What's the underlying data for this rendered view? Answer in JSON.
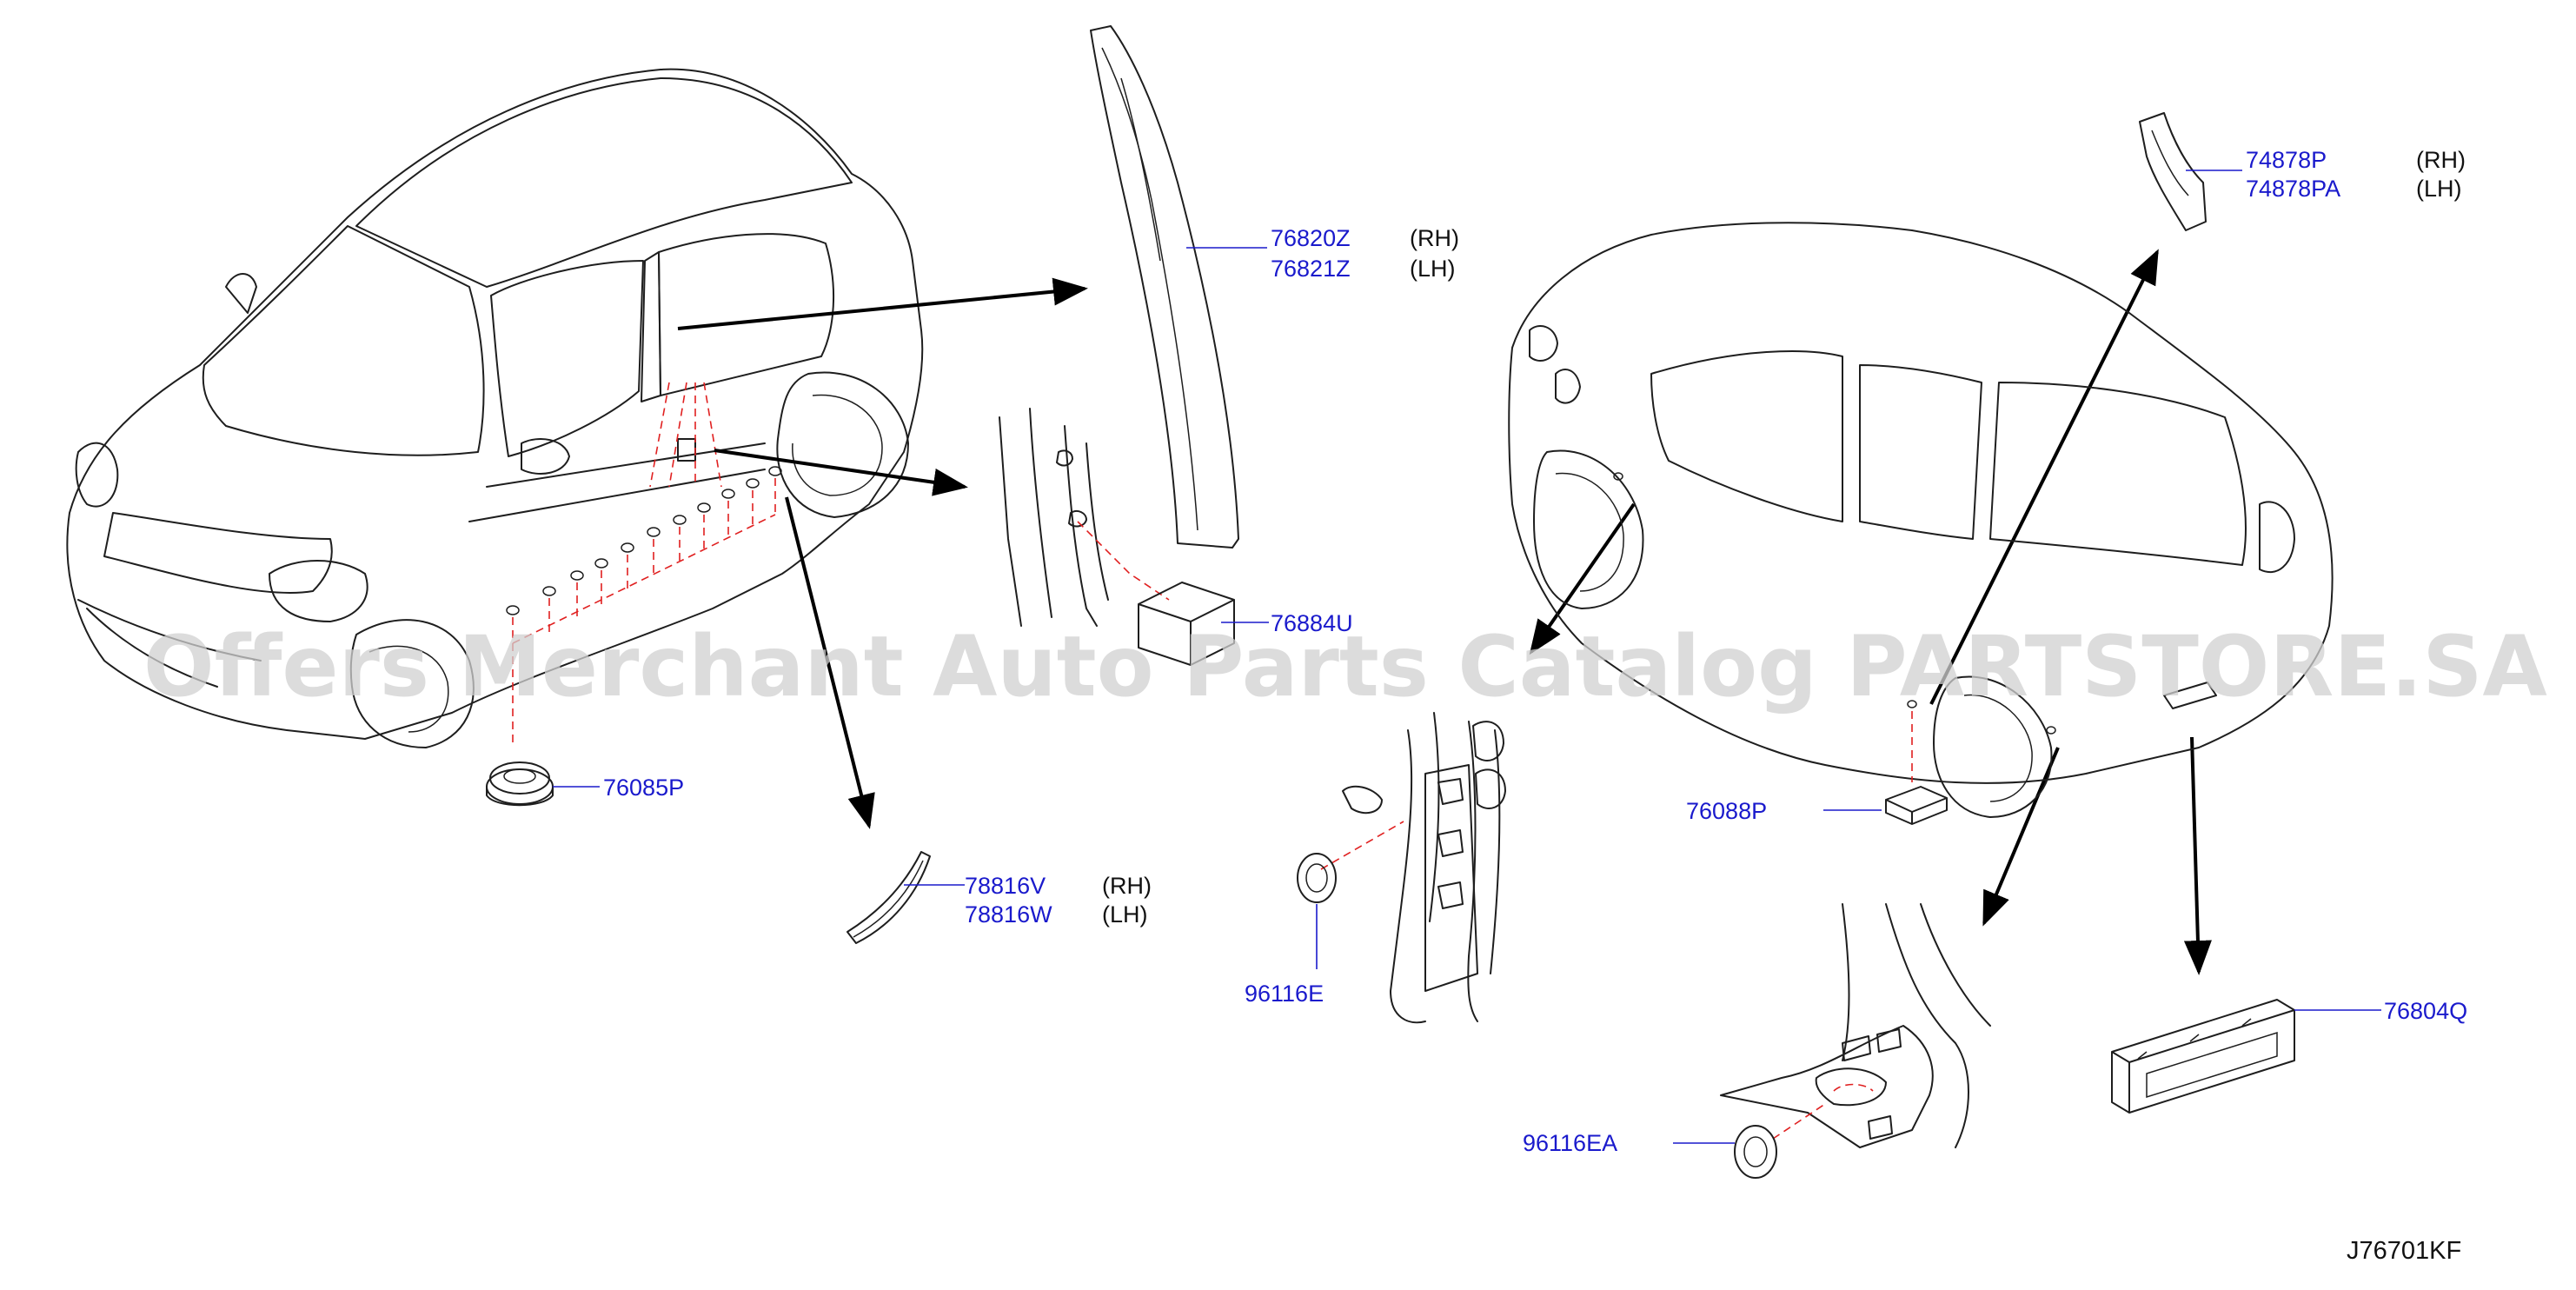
{
  "watermark": "Offers Merchant Auto Parts Catalog PARTSTORE.SA",
  "diagram_code": "J76701KF",
  "callouts": [
    {
      "part": "76820Z",
      "side": "(RH)"
    },
    {
      "part": "76821Z",
      "side": "(LH)"
    },
    {
      "part": "76884U"
    },
    {
      "part": "76085P"
    },
    {
      "part": "78816V",
      "side": "(RH)"
    },
    {
      "part": "78816W",
      "side": "(LH)"
    },
    {
      "part": "74878P",
      "side": "(RH)"
    },
    {
      "part": "74878PA",
      "side": "(LH)"
    },
    {
      "part": "76088P"
    },
    {
      "part": "96116E"
    },
    {
      "part": "96116EA"
    },
    {
      "part": "76804Q"
    }
  ]
}
